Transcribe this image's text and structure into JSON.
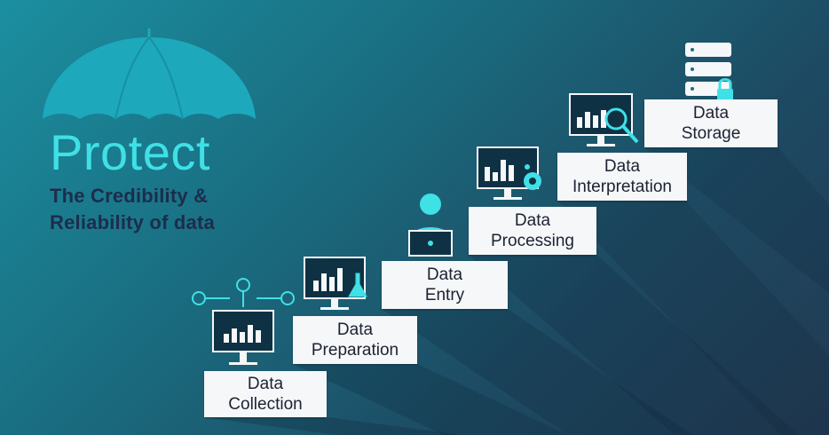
{
  "title": "Protect",
  "subtitle_line1": "The Credibility &",
  "subtitle_line2": "Reliability of data",
  "steps": [
    {
      "line1": "Data",
      "line2": "Collection",
      "icon": "monitor-network-icon"
    },
    {
      "line1": "Data",
      "line2": "Preparation",
      "icon": "monitor-lab-icon"
    },
    {
      "line1": "Data",
      "line2": "Entry",
      "icon": "person-laptop-icon"
    },
    {
      "line1": "Data",
      "line2": "Processing",
      "icon": "monitor-gear-icon"
    },
    {
      "line1": "Data",
      "line2": "Interpretation",
      "icon": "monitor-magnifier-icon"
    },
    {
      "line1": "Data",
      "line2": "Storage",
      "icon": "server-lock-icon"
    }
  ],
  "colors": {
    "accent": "#3fe0e6",
    "umbrella": "#1ea8bc",
    "subtitle": "#1c2d4c",
    "box": "#f6f7f8"
  }
}
